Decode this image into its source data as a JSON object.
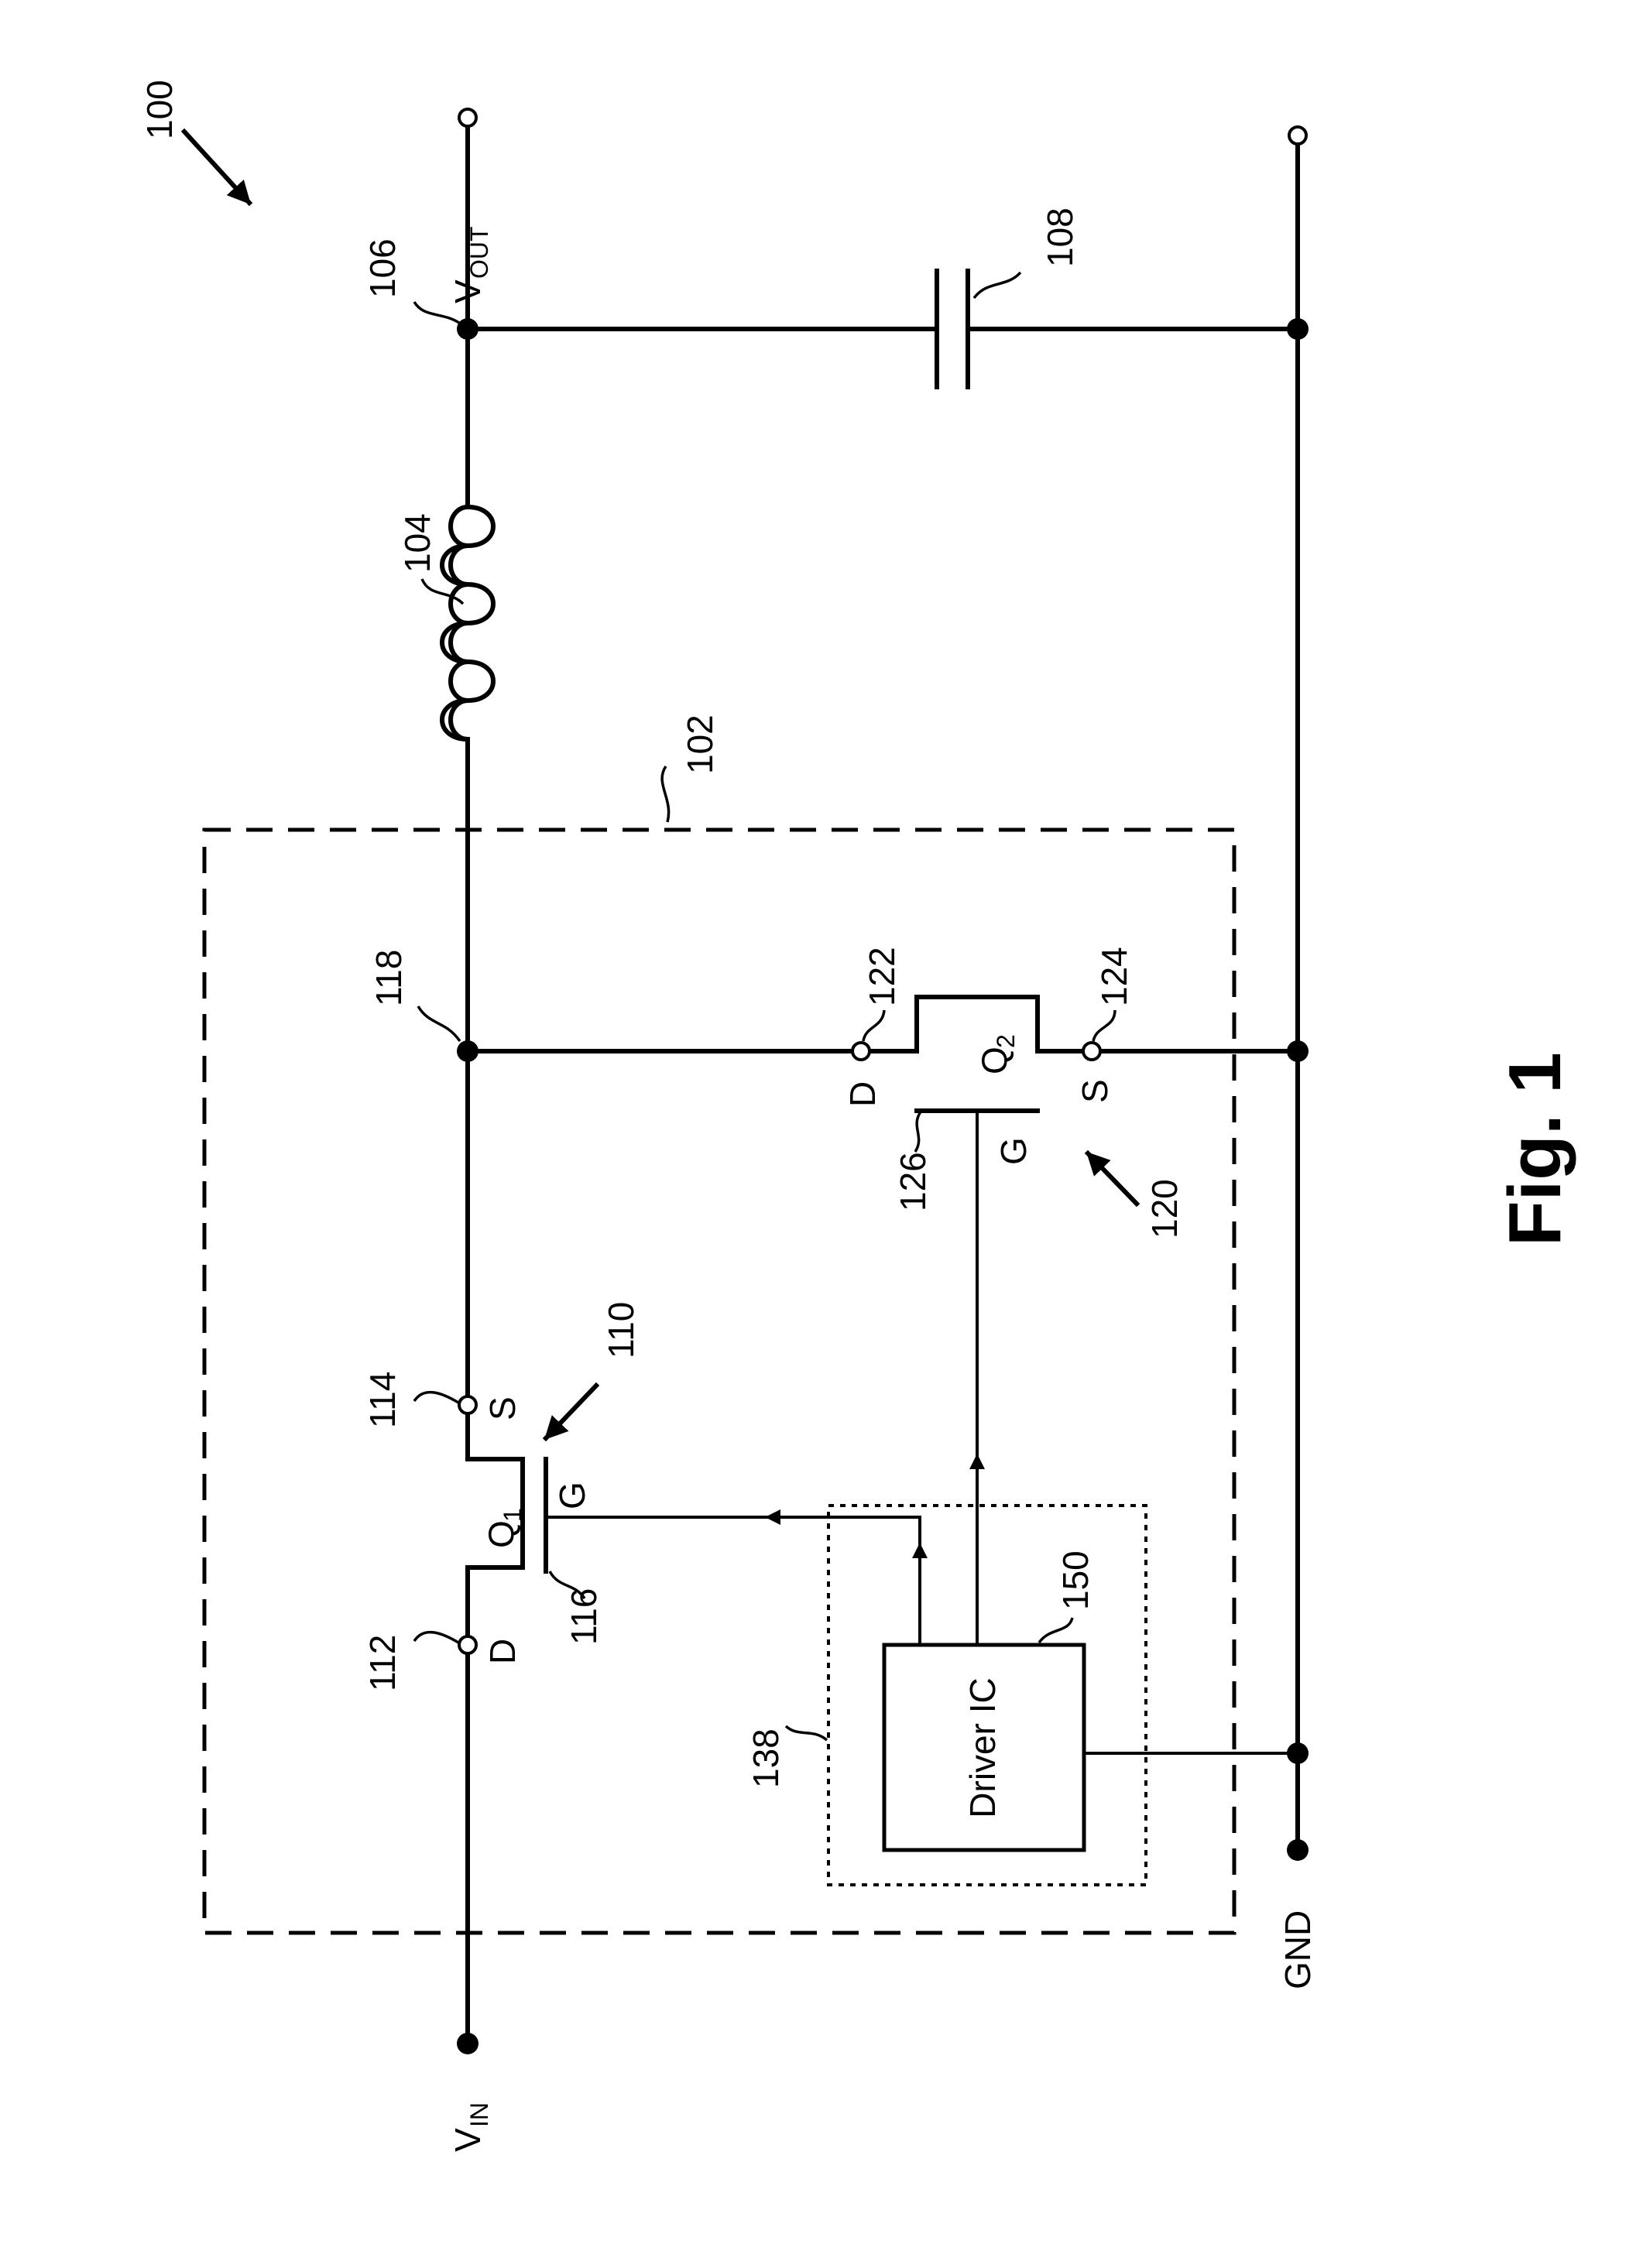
{
  "figure": {
    "caption": "Fig. 1",
    "ref_circuit": "100",
    "ref_module": "102",
    "ref_inductor": "104",
    "ref_vout_node": "106",
    "ref_capacitor": "108",
    "ref_q1": "110",
    "ref_q1_drain": "112",
    "ref_q1_source": "114",
    "ref_q1_gate": "116",
    "ref_sw_node": "118",
    "ref_q2": "120",
    "ref_q2_drain": "122",
    "ref_q2_source": "124",
    "ref_q2_gate": "126",
    "ref_driver_pkg": "138",
    "ref_driver_ic": "150"
  },
  "labels": {
    "vin_main": "V",
    "vin_sub": "IN",
    "vout_main": "V",
    "vout_sub": "OUT",
    "gnd": "GND",
    "driver_ic": "Driver IC",
    "q1_main": "Q",
    "q1_sub": "1",
    "q2_main": "Q",
    "q2_sub": "2",
    "drain": "D",
    "source": "S",
    "gate": "G"
  }
}
